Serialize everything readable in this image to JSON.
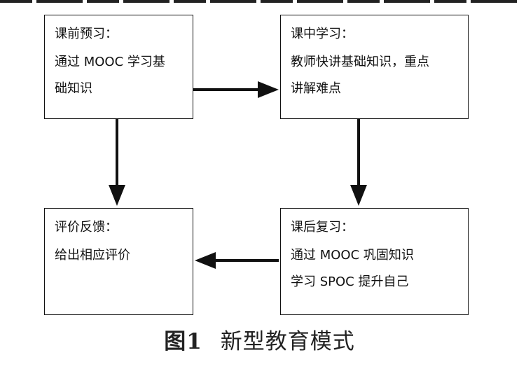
{
  "boxes": {
    "pre_class": {
      "title": "课前预习：",
      "lines": [
        "通过 MOOC 学习基",
        "础知识"
      ]
    },
    "in_class": {
      "title": "课中学习：",
      "lines": [
        "教师快讲基础知识，重点",
        "讲解难点"
      ]
    },
    "evaluation": {
      "title": "评价反馈：",
      "lines": [
        "给出相应评价"
      ]
    },
    "post_class": {
      "title": "课后复习：",
      "lines": [
        "通过 MOOC 巩固知识",
        "学习 SPOC 提升自己"
      ]
    }
  },
  "caption": {
    "number": "图1",
    "text": "新型教育模式"
  }
}
